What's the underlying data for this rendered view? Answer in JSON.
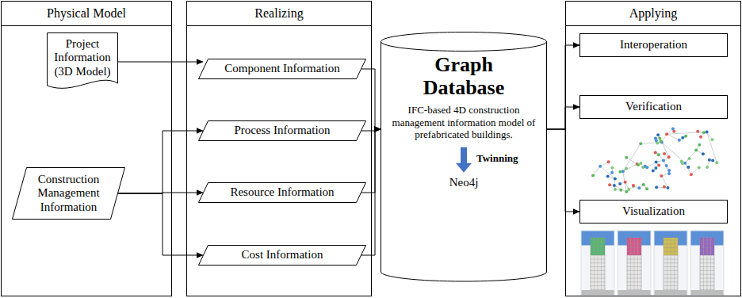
{
  "diagram": {
    "nodes": [
      {
        "text": [
          "Physical Model"
        ]
      },
      {
        "text": [
          "Project Information (3D Model)"
        ],
        "in": 0
      },
      {
        "text": [
          "Construction Management Information"
        ],
        "in": 0
      },
      {
        "text": [
          "Realizing"
        ]
      },
      {
        "text": [
          "Component Information"
        ],
        "in": 3
      },
      {
        "text": [
          "Process Information"
        ],
        "in": 3
      },
      {
        "text": [
          "Resource Information"
        ],
        "in": 3
      },
      {
        "text": [
          "Cost Information"
        ],
        "in": 3
      },
      {
        "text": [
          "Graph Database",
          "IFC-based 4D construction management information model of prefabricated buildings.",
          "Twinning",
          "Neo4j"
        ]
      },
      {
        "text": [
          "Applying"
        ]
      },
      {
        "text": [
          "Interoperation"
        ],
        "in": 9
      },
      {
        "text": [
          "Verification"
        ],
        "in": 9
      },
      {
        "text": [
          "Visualization"
        ],
        "in": 9
      }
    ],
    "edges": [
      {
        "from": 1,
        "to": 4,
        "arrow": "to"
      },
      {
        "from": 2,
        "to": 5,
        "arrow": "to"
      },
      {
        "from": 2,
        "to": 6,
        "arrow": "to"
      },
      {
        "from": 2,
        "to": 7,
        "arrow": "to"
      },
      {
        "from": 4,
        "to": 8,
        "arrow": "to"
      },
      {
        "from": 5,
        "to": 8,
        "arrow": "to"
      },
      {
        "from": 6,
        "to": 8,
        "arrow": "to"
      },
      {
        "from": 7,
        "to": 8,
        "arrow": "to"
      },
      {
        "from": 8,
        "to": 10,
        "arrow": "to"
      },
      {
        "from": 8,
        "to": 11,
        "arrow": "to"
      },
      {
        "from": 8,
        "to": 12,
        "arrow": "to"
      }
    ]
  }
}
